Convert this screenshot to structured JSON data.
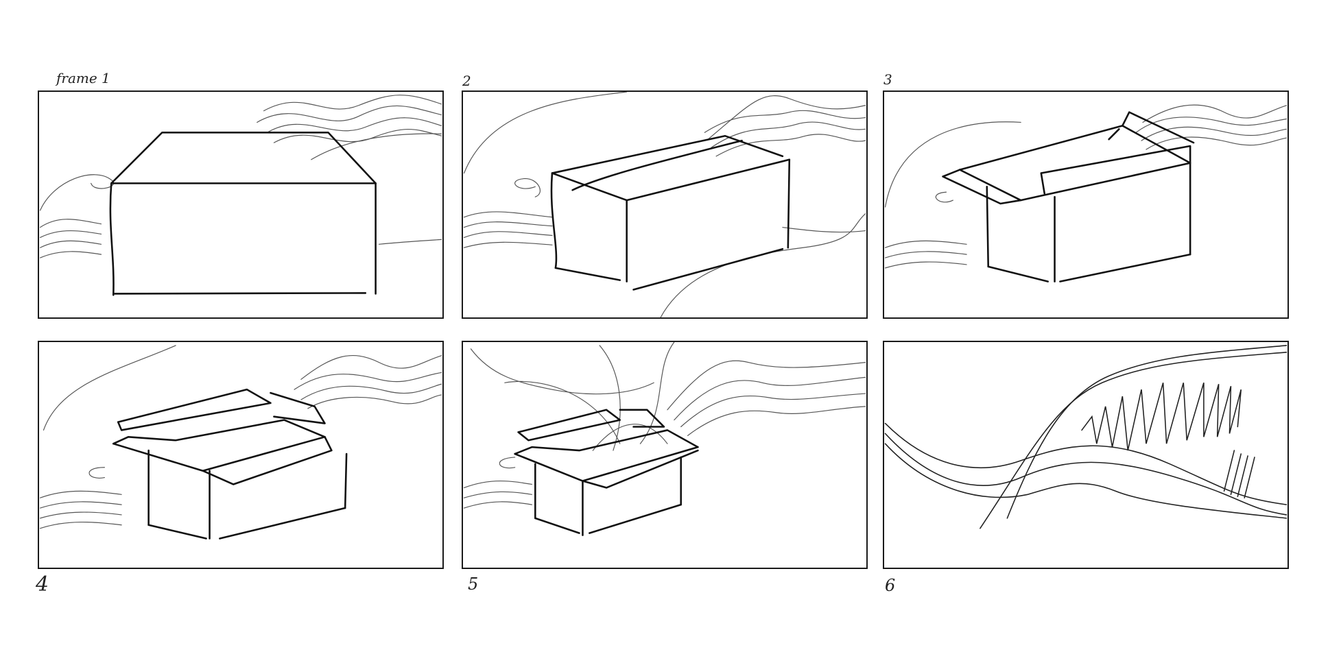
{
  "storyboard": {
    "frames": [
      {
        "label": "frame 1"
      },
      {
        "label": "2"
      },
      {
        "label": "3"
      },
      {
        "label": "4"
      },
      {
        "label": "5"
      },
      {
        "label": "6"
      }
    ]
  },
  "colors": {
    "ink": "#111111",
    "light_ink": "#555555",
    "paper": "#ffffff"
  }
}
